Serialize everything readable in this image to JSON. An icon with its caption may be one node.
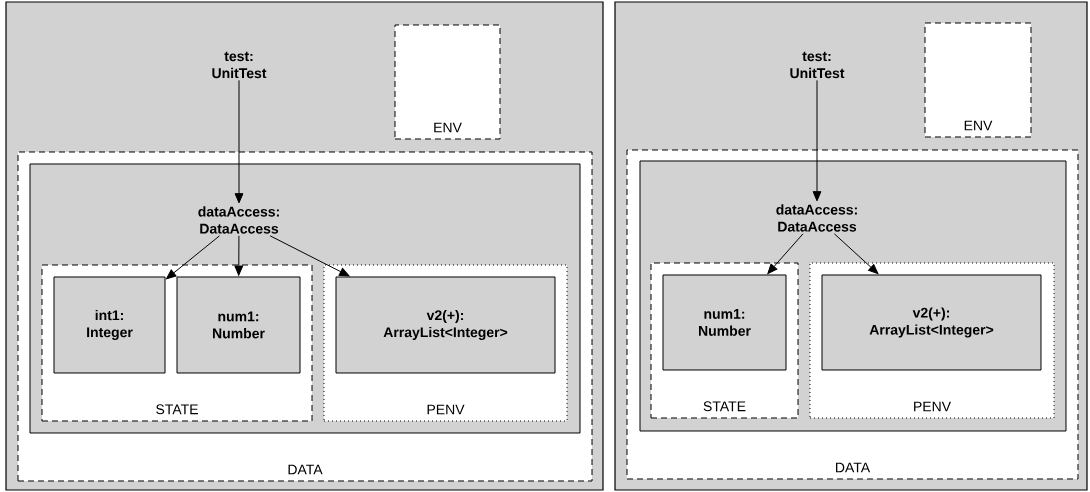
{
  "diagram": {
    "nodes": [
      {
        "text": [],
        "shape": "box"
      },
      {
        "text": [
          "test: UnitTest"
        ],
        "in": 0
      },
      {
        "text": [
          "ENV"
        ],
        "in": 0
      },
      {
        "text": [
          "DATA"
        ],
        "in": 0
      },
      {
        "text": [],
        "shape": "box",
        "in": 3
      },
      {
        "text": [
          "dataAccess: DataAccess"
        ],
        "in": 4
      },
      {
        "text": [
          "STATE"
        ],
        "in": 4
      },
      {
        "text": [
          "int1: Integer"
        ],
        "in": 6
      },
      {
        "text": [
          "num1: Number"
        ],
        "in": 6
      },
      {
        "text": [
          "PENV"
        ],
        "in": 4
      },
      {
        "text": [
          "v2(+): ArrayList<Integer>"
        ],
        "in": 9
      },
      {
        "text": [],
        "shape": "box"
      },
      {
        "text": [
          "test: UnitTest"
        ],
        "in": 11
      },
      {
        "text": [
          "ENV"
        ],
        "in": 11
      },
      {
        "text": [
          "DATA"
        ],
        "in": 11
      },
      {
        "text": [],
        "shape": "box",
        "in": 14
      },
      {
        "text": [
          "dataAccess: DataAccess"
        ],
        "in": 15
      },
      {
        "text": [
          "STATE"
        ],
        "in": 15
      },
      {
        "text": [
          "num1: Number"
        ],
        "in": 17
      },
      {
        "text": [
          "PENV"
        ],
        "in": 15
      },
      {
        "text": [
          "v2(+): ArrayList<Integer>"
        ],
        "in": 19
      }
    ],
    "edges": [
      {
        "from": 1,
        "to": 5,
        "arrow": "to"
      },
      {
        "from": 5,
        "to": 7,
        "arrow": "to"
      },
      {
        "from": 5,
        "to": 8,
        "arrow": "to"
      },
      {
        "from": 5,
        "to": 10,
        "arrow": "to"
      },
      {
        "from": 12,
        "to": 16,
        "arrow": "to"
      },
      {
        "from": 16,
        "to": 18,
        "arrow": "to"
      },
      {
        "from": 16,
        "to": 20,
        "arrow": "to"
      }
    ]
  }
}
